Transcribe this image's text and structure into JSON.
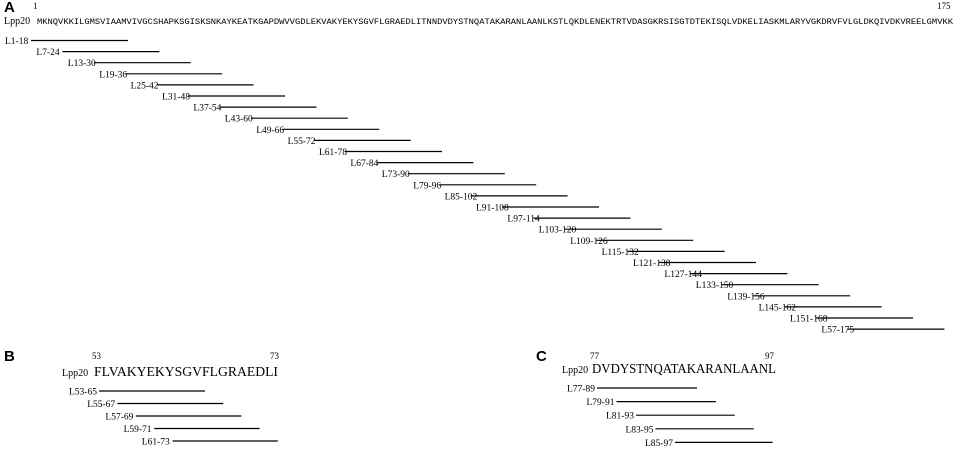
{
  "panel_a": {
    "letter": "A",
    "protein": "Lpp20",
    "start": "1",
    "end": "175",
    "sequence": "MKNQVKKILGMSVIAAMVIVGCSHAPKSGISKSNKAYKEATKGAPDWVVGDLEKVAKYEKYSGVFLGRAEDLITNNDVDYSTNQATAKARANLAANLKSTLQKDLENEKTRTVDASGKRSISGTDTEKISQLVDKELIASKMLARYVGKDRVFVLGLDKQIVDKVREELGMVKK",
    "peptides": [
      "L1-18",
      "L7-24",
      "L13-30",
      "L19-36",
      "L25-42",
      "L31-48",
      "L37-54",
      "L43-60",
      "L49-66",
      "L55-72",
      "L61-78",
      "L67-84",
      "L73-90",
      "L79-96",
      "L85-102",
      "L91-108",
      "L97-114",
      "L103-120",
      "L109-126",
      "L115-132",
      "L121-138",
      "L127-144",
      "L133-150",
      "L139-156",
      "L145-162",
      "L151-168",
      "L57-175"
    ]
  },
  "panel_b": {
    "letter": "B",
    "protein": "Lpp20",
    "start": "53",
    "end": "73",
    "sequence": "FLVAKYEKYSGVFLGRAEDLI",
    "peptides": [
      "L53-65",
      "L55-67",
      "L57-69",
      "L59-71",
      "L61-73"
    ]
  },
  "panel_c": {
    "letter": "C",
    "protein": "Lpp20",
    "start": "77",
    "end": "97",
    "sequence": "DVDYSTNQATAKARANLAANL",
    "peptides": [
      "L77-89",
      "L79-91",
      "L81-93",
      "L83-95",
      "L85-97"
    ]
  }
}
